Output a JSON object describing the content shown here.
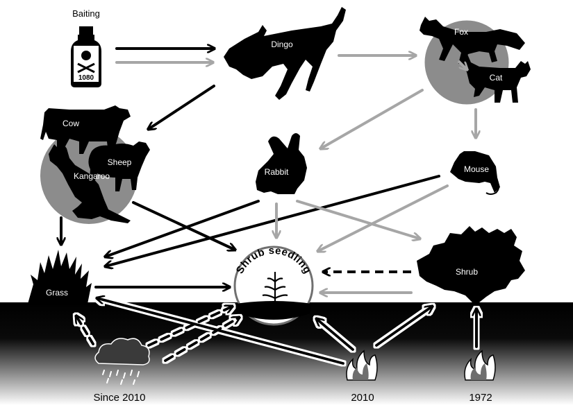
{
  "title": "",
  "driver_labels": {
    "baiting": "Baiting",
    "poison_bottle": "1080",
    "rain": "Since 2010",
    "fire_2010": "2010",
    "fire_1972": "1972"
  },
  "nodes": {
    "dingo": "Dingo",
    "fox": "Fox",
    "cat": "Cat",
    "cow": "Cow",
    "sheep": "Sheep",
    "kangaroo": "Kangaroo",
    "rabbit": "Rabbit",
    "mouse": "Mouse",
    "grass": "Grass",
    "shrub": "Shrub",
    "shrub_seedling": "Shrub seedling"
  },
  "colors": {
    "black_link": "#000000",
    "grey_link": "#a6a6a6",
    "group_circle": "#8c8c8c",
    "ground": "#000000"
  }
}
